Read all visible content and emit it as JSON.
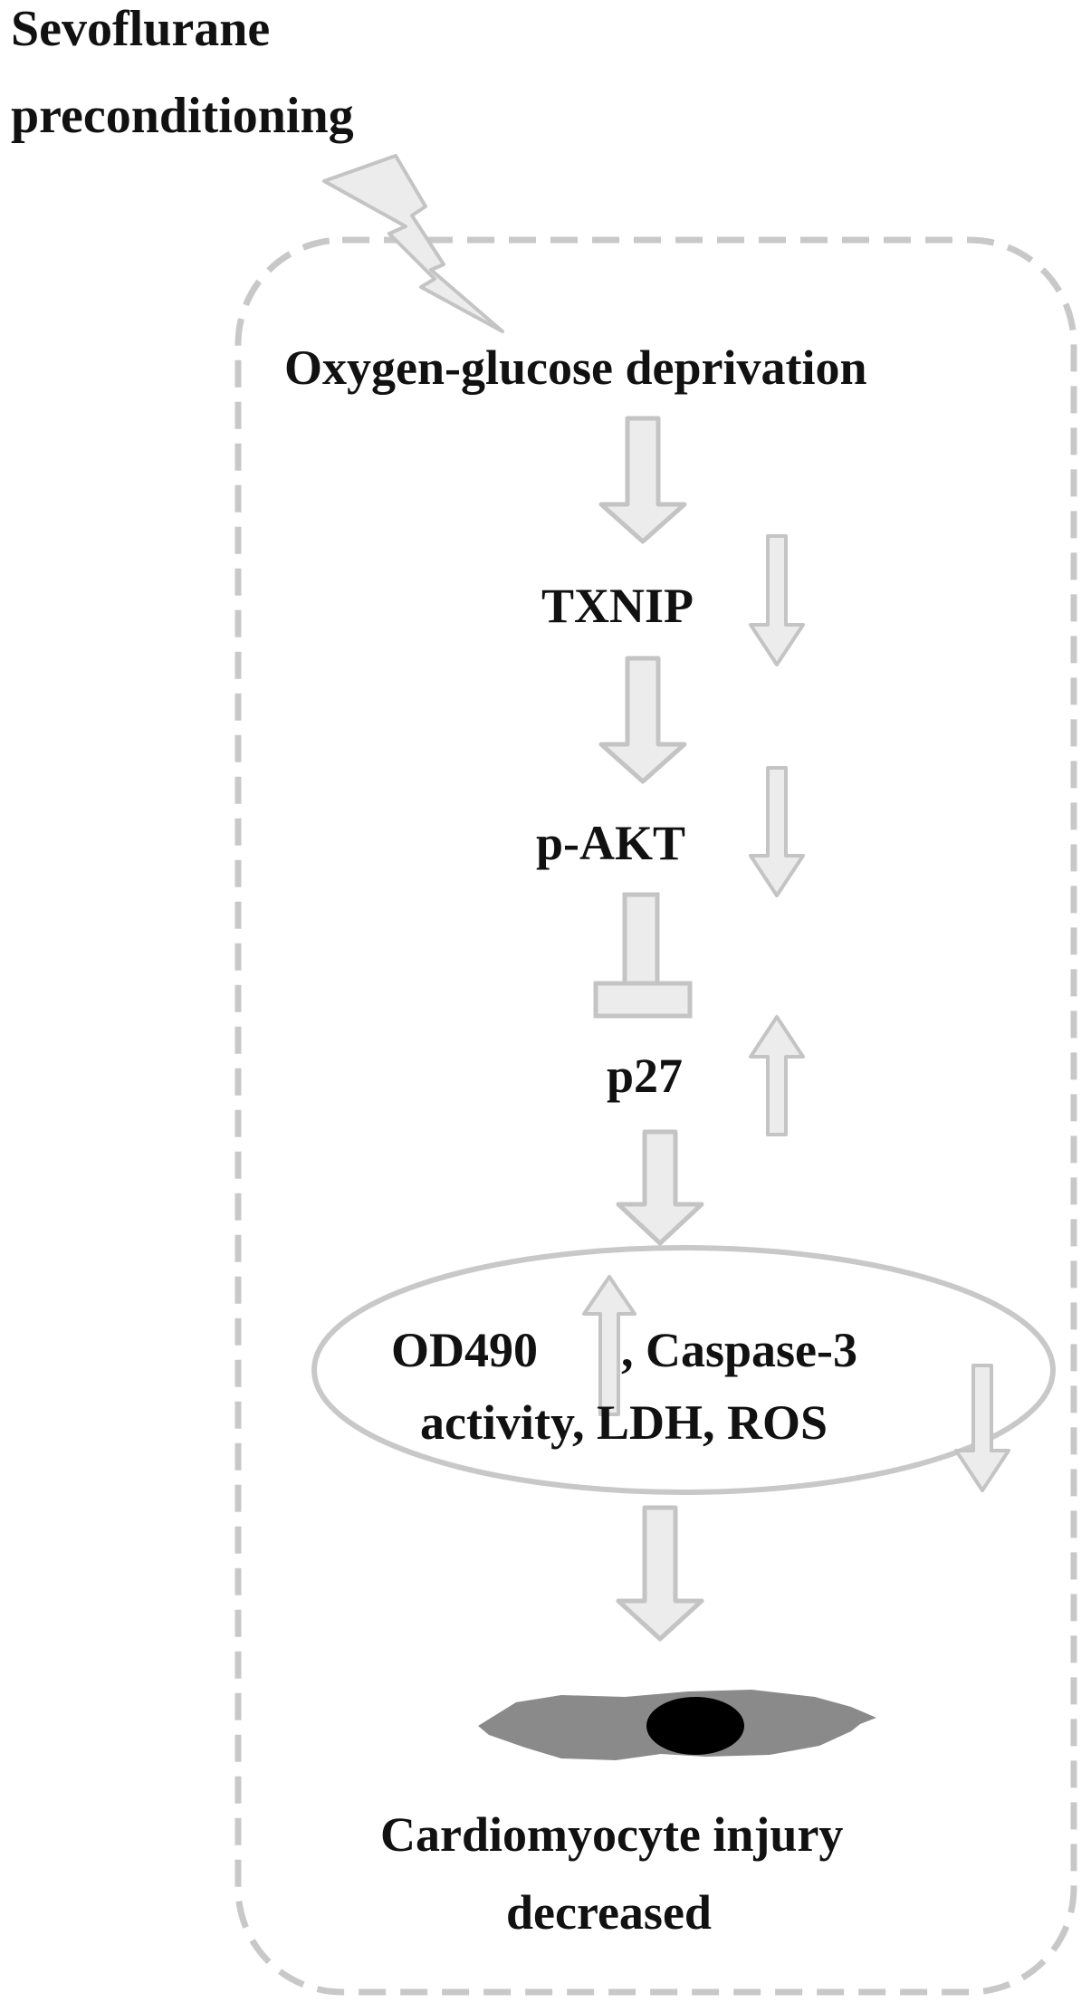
{
  "colors": {
    "box_border": "#c8c8c8",
    "arrow_fill": "#ececec",
    "arrow_stroke": "#c4c4c4",
    "cell_body": "#8a8a8a",
    "cell_nucleus": "#000000",
    "text": "#111111"
  },
  "labels": {
    "trigger_line1": "Sevoflurane",
    "trigger_line2": "preconditioning",
    "ogd": "Oxygen-glucose deprivation",
    "txnip": "TXNIP",
    "pakt": "p-AKT",
    "p27": "p27",
    "ellipse_od490": "OD490",
    "ellipse_rest_line1": ",  Caspase-3",
    "ellipse_line2": "activity, LDH, ROS",
    "outcome_line1": "Cardiomyocyte injury",
    "outcome_line2": "decreased"
  },
  "icons": {
    "trigger": "lightning-bolt-icon",
    "cell": "cardiomyocyte-cell-icon"
  },
  "changes": {
    "txnip": "down",
    "pakt": "down",
    "p27": "up",
    "od490": "up",
    "caspase3_ldh_ros": "down"
  }
}
